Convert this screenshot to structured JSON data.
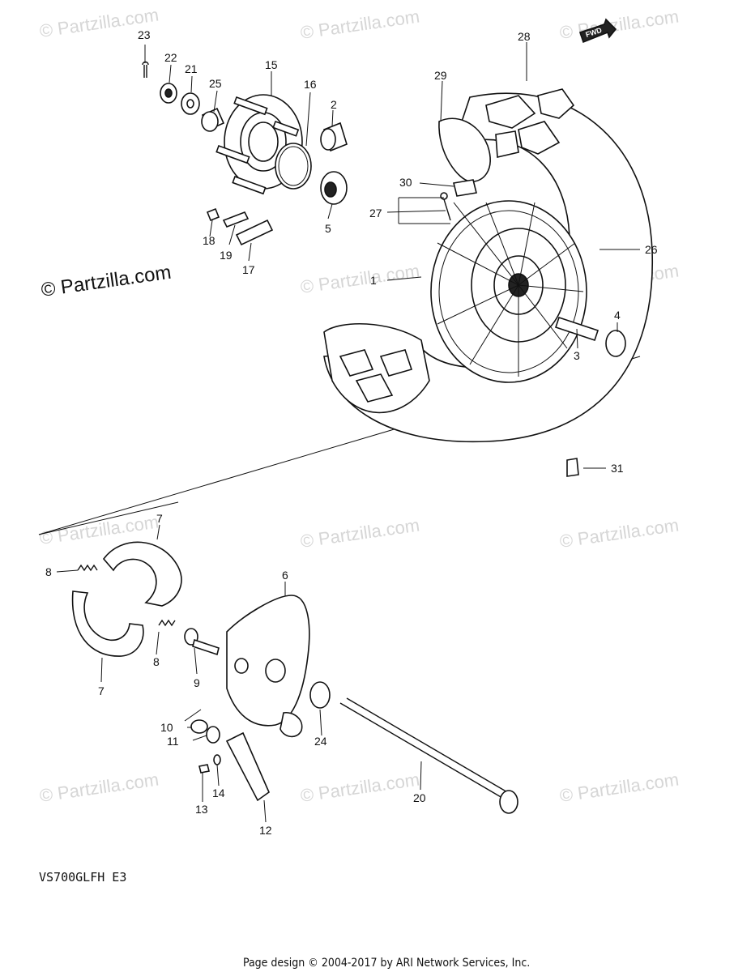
{
  "watermark": "© Partzilla.com",
  "model_code": "VS700GLFH  E3",
  "footer": "Page design © 2004-2017 by ARI Network Services, Inc.",
  "fwd_badge": "FWD",
  "callouts": [
    "1",
    "2",
    "3",
    "4",
    "5",
    "6",
    "7",
    "7",
    "8",
    "8",
    "9",
    "10",
    "11",
    "12",
    "13",
    "14",
    "15",
    "16",
    "17",
    "18",
    "19",
    "20",
    "21",
    "22",
    "23",
    "24",
    "25",
    "26",
    "27",
    "28",
    "29",
    "30",
    "31"
  ],
  "colors": {
    "ink": "#111111",
    "watermark": "#d6d6d6",
    "background": "#ffffff"
  }
}
